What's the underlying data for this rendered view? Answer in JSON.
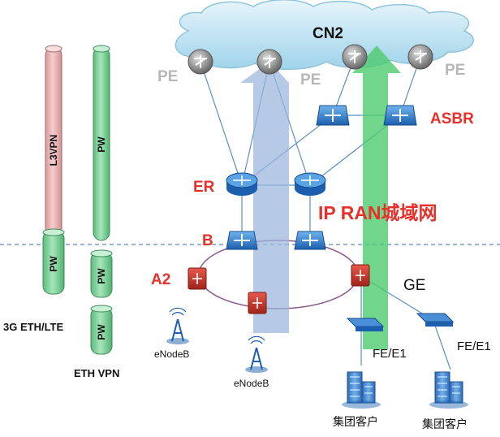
{
  "cloud": {
    "label": "CN2"
  },
  "pe_labels": [
    "PE",
    "PE",
    "PE"
  ],
  "asbr_label": "ASBR",
  "er_label": "ER",
  "b_label": "B",
  "a2_label": "A2",
  "ipran_label": {
    "prefix": "IP RAN",
    "suffix": "城域网"
  },
  "ge_label": "GE",
  "fe_e1_labels": [
    "FE/E1",
    "FE/E1"
  ],
  "enodeb_labels": [
    "eNodeB",
    "eNodeB"
  ],
  "customer_labels": [
    "集团客户",
    "集团客户"
  ],
  "tubes": {
    "top": [
      "L3VPN",
      "PW"
    ],
    "bottom_left": "PW",
    "bottom_right": [
      "PW",
      "PW"
    ]
  },
  "service_labels": {
    "lte": "3G ETH/LTE",
    "eth_vpn": "ETH VPN"
  },
  "colors": {
    "cloud": "#bfe3f2",
    "red_text": "#e8302b",
    "grey_text": "#b7b7b7",
    "blue_arrow": "#9ab5dc",
    "green_arrow": "#4ecb6e",
    "l3vpn_tube": "#eab8b8",
    "pw_tube": "#7ed49a",
    "switch_blue": "#2d7fd0",
    "access_red": "#c8352a",
    "router_grey": "#8a8a8a"
  }
}
